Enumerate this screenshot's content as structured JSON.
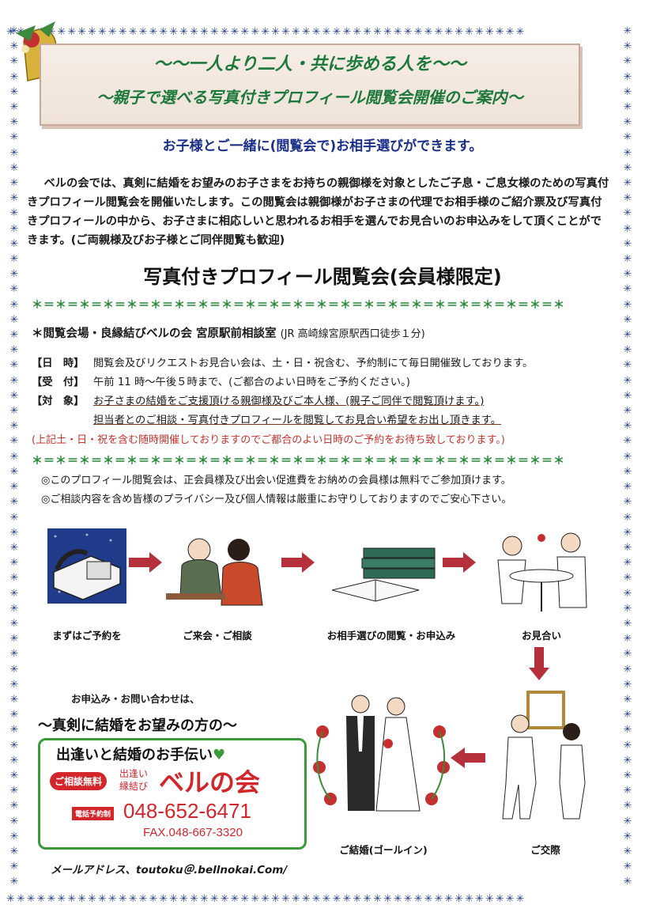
{
  "banner": {
    "line1": "～～一人より二人・共に歩める人を～～",
    "line2": "～親子で選べる写真付きプロフィール閲覧会開催のご案内～"
  },
  "subtitle": "お子様とご一緒に(閲覧会で)お相手選びができます。",
  "intro": "ベルの会では、真剣に結婚をお望みのお子さまをお持ちの親御様を対象としたご子息・ご息女様のための写真付きプロフィール閲覧会を開催いたします。この閲覧会は親御様がお子さまの代理でお相手様のご紹介票及び写真付きプロフィールの中から、お子さまに相応しいと思われるお相手を選んでお見合いのお申込みをして頂くことができます。(ご両親様及びお子様とご同伴閲覧も歓迎)",
  "main_title": "写真付きプロフィール閲覧会(会員様限定)",
  "separator": "＊＝＊＝＊＝＊＝＊＝＊＝＊＝＊＝＊＝＊＝＊＝＊＝＊＝＊＝＊＝＊＝＊＝＊＝＊＝＊＝＊＝＊＝＊",
  "venue": {
    "main": "＊閲覧会場・良縁結びベルの会 宮原駅前相談室",
    "access": "(JR 高崎線宮原駅西口徒歩１分)"
  },
  "info": {
    "date_label": "【日　時】",
    "date_text": "閲覧会及びリクエストお見合い会は、土・日・祝含む、予約制にて毎日開催致しております。",
    "reception_label": "【受　付】",
    "reception_text": "午前 11 時～午後５時まで、(ご都合のよい日時をご予約ください。)",
    "target_label": "【対　象】",
    "target_text1": "お子さまの結婚をご支援頂ける親御様及びご本人様、(親子ご同伴で閲覧頂けます。)",
    "target_text2": "担当者とのご相談・写真付きプロフィールを閲覧してお見合い希望をお出し頂きます。"
  },
  "note_red": "(上記土・日・祝を含む随時開催しておりますのでご都合のよい日時のご予約をお待ち致しております。)",
  "bullets": [
    "◎このプロフィール閲覧会は、正会員様及び出会い促進費をお納めの会員様は無料でご参加頂けます。",
    "◎ご相談内容を含め皆様のプライバシー及び個人情報は厳重にお守りしておりますのでご安心下さい。"
  ],
  "steps": {
    "step1": "まずはご予約を",
    "step2": "ご来会・ご相談",
    "step3": "お相手選びの閲覧・お申込み",
    "step4": "お見合い",
    "step5": "ご交際",
    "step6": "ご結婚(ゴールイン)"
  },
  "contact": {
    "heading": "お申込み・お問い合わせは、",
    "slogan": "～真剣に結婚をお望みの方の～",
    "tagline": "出逢いと結婚のお手伝い",
    "consult_badge": "ご相談無料",
    "small_brand_1": "出逢い",
    "small_brand_2": "縁結び",
    "brand": "ベルの会",
    "phone_badge": "電話予約制",
    "phone": "048-652-6471",
    "fax": "FAX.048-667-3320"
  },
  "email": "メールアドレス、toutoku＠.bellnokai.Com/",
  "colors": {
    "border_blue": "#1f3b8a",
    "title_green": "#1d7a3c",
    "brand_red": "#d3262b",
    "card_green": "#3a9a3a",
    "arrow_red": "#b5303a"
  }
}
